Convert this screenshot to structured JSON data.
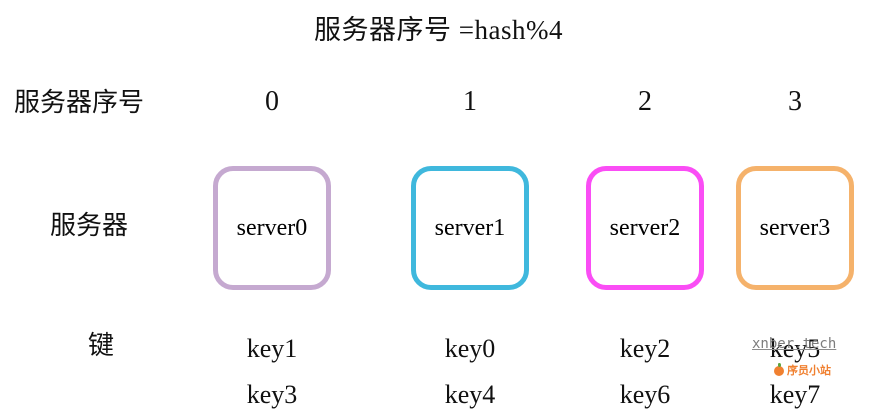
{
  "title": "服务器序号 =hash%4",
  "rows": {
    "index_label": "服务器序号",
    "server_label": "服务器",
    "key_label": "键"
  },
  "columns": [
    {
      "index": "0",
      "server": "server0",
      "border_color": "#c5a9d0",
      "keys": [
        "key1",
        "key3"
      ]
    },
    {
      "index": "1",
      "server": "server1",
      "border_color": "#3fb8dd",
      "keys": [
        "key0",
        "key4"
      ]
    },
    {
      "index": "2",
      "server": "server2",
      "border_color": "#fa4df5",
      "keys": [
        "key2",
        "key6"
      ]
    },
    {
      "index": "3",
      "server": "server3",
      "border_color": "#f5b26b",
      "keys": [
        "key5",
        "key7"
      ]
    }
  ],
  "watermark": {
    "domain": "xnber.tech",
    "brand": "序员小站",
    "brand_color": "#f08030",
    "domain_color": "#7c7c7c"
  }
}
